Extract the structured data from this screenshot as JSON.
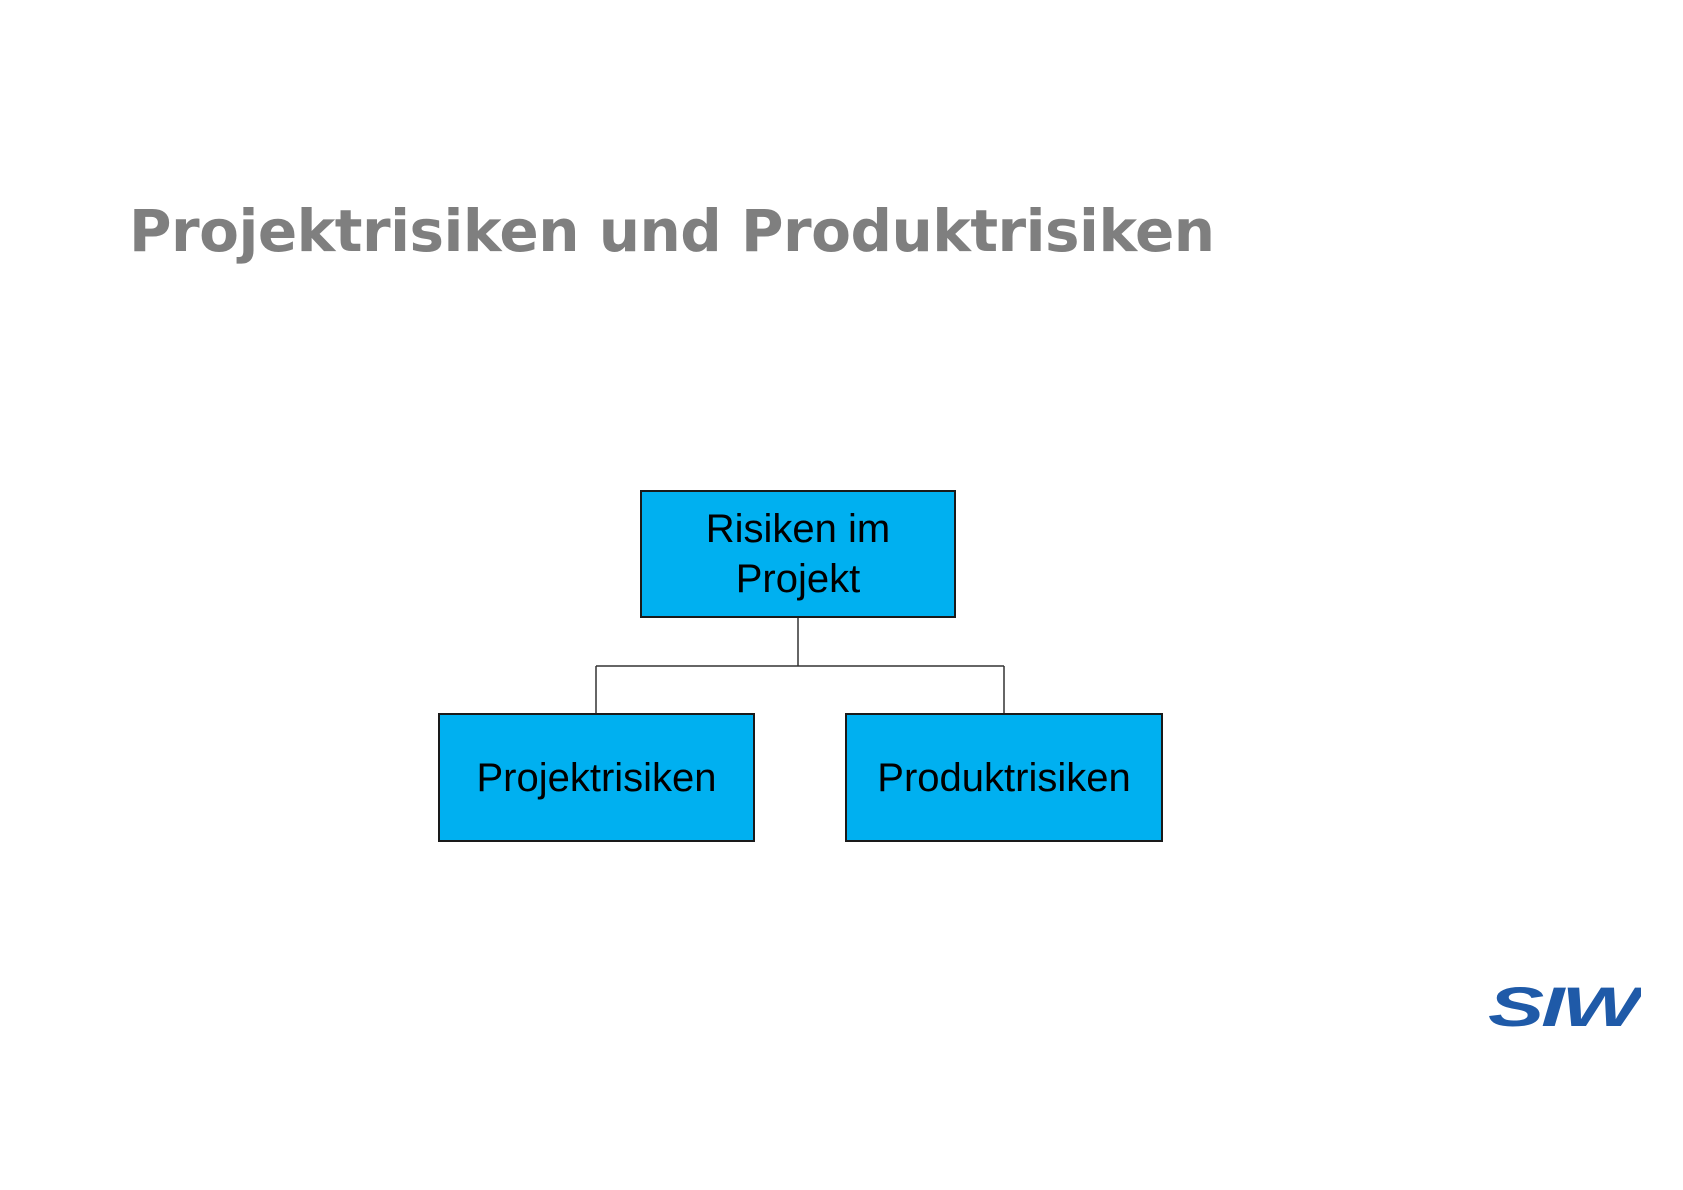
{
  "slide": {
    "title": "Projektrisiken und Produktrisiken"
  },
  "diagram": {
    "type": "hierarchy",
    "root": {
      "label": "Risiken im Projekt"
    },
    "children": [
      {
        "label": "Projektrisiken"
      },
      {
        "label": "Produktrisiken"
      }
    ],
    "box_fill_color": "#00b0f0",
    "box_border_color": "#1a1a1a",
    "connector_color": "#333333"
  },
  "logo": {
    "text": "SIW",
    "color": "#1f5aa8"
  }
}
